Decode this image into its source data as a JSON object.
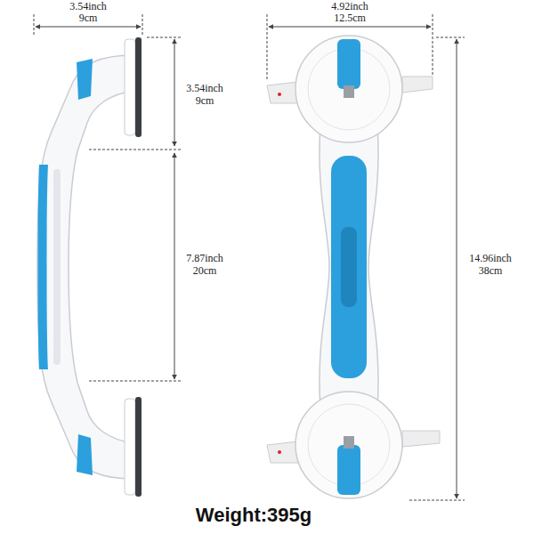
{
  "diagram": {
    "labels": [
      "3.54inch",
      "9cm",
      "3.54inch",
      "9cm",
      "7.87inch",
      "20cm",
      "4.92inch",
      "12.5cm",
      "14.96inch",
      "38cm",
      "Weight:395g"
    ]
  }
}
